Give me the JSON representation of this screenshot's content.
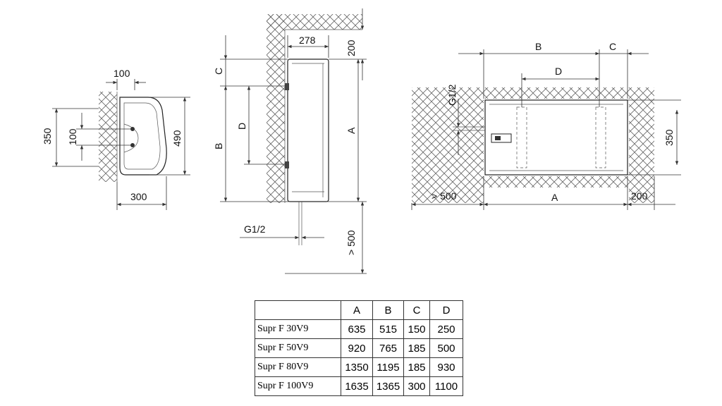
{
  "side_view": {
    "labels": {
      "top": "100",
      "height": "350",
      "inner": "100",
      "depth": "490",
      "width": "300"
    }
  },
  "front_view": {
    "labels": {
      "width": "278",
      "top_clear": "200",
      "c": "C",
      "b": "B",
      "d": "D",
      "a": "A",
      "pipe": "G1/2",
      "bottom_clear": "> 500"
    }
  },
  "horizontal_view": {
    "labels": {
      "b": "B",
      "c": "C",
      "d": "D",
      "pipe": "G1/2",
      "height": "350",
      "left_clear": "> 500",
      "a": "A",
      "right_clear": "200"
    }
  },
  "table": {
    "columns": [
      "A",
      "B",
      "C",
      "D"
    ],
    "rows": [
      {
        "model": "Supr F 30V9",
        "values": [
          "635",
          "515",
          "150",
          "250"
        ]
      },
      {
        "model": "Supr F 50V9",
        "values": [
          "920",
          "765",
          "185",
          "500"
        ]
      },
      {
        "model": "Supr F 80V9",
        "values": [
          "1350",
          "1195",
          "185",
          "930"
        ]
      },
      {
        "model": "Supr F 100V9",
        "values": [
          "1635",
          "1365",
          "300",
          "1100"
        ]
      }
    ]
  }
}
